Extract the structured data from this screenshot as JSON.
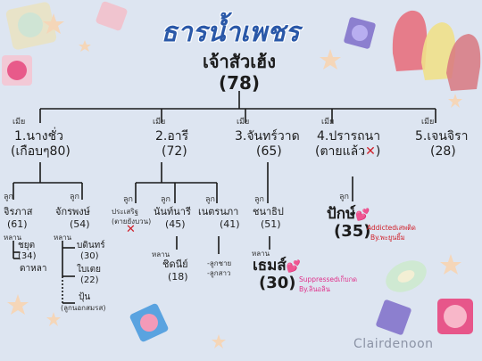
{
  "title": "ธารน้ำเพชร",
  "watermark": "Clairdenoon",
  "patriarch": {
    "name": "เจ้าสัวเฮ้ง",
    "age": "(78)"
  },
  "wife_label": "เมีย",
  "child_label": "ลูก",
  "grandchild_label": "หลาน",
  "wives": [
    {
      "name": "1.นางชั่ว",
      "age": "(เกือบๆ80)"
    },
    {
      "name": "2.อารี",
      "age": "(72)"
    },
    {
      "name": "3.จันทร์วาด",
      "age": "(65)"
    },
    {
      "name": "4.ปรารถนา",
      "age": "(ตายแล้ว"
    },
    {
      "name": "5.เจนจิรา",
      "age": "(28)"
    }
  ],
  "children": {
    "jirapas": {
      "name": "จิรภาส",
      "age": "(61)"
    },
    "jakkrapong": {
      "name": "จักรพงษ์",
      "age": "(54)"
    },
    "prasert": {
      "name": "ประเสริฐ",
      "age": "(ตายยังบวน)"
    },
    "nunthanat": {
      "name": "นันท์นารี",
      "age": "(45)"
    },
    "netranapa": {
      "name": "เนตรนภา",
      "age": "(41)"
    },
    "chanathip": {
      "name": "ชนาธิป",
      "age": "(51)"
    },
    "pak": {
      "name": "ปักษ์",
      "age": "(35)",
      "note": "Addictedเสพติด",
      "by": "By.พะยูนยิ้ม"
    }
  },
  "grandchildren": {
    "jirapas": [
      {
        "name": "ชยุต",
        "age": "(34)"
      },
      {
        "name": "ดาหลา",
        "age": ""
      }
    ],
    "jakkrapong": [
      {
        "name": "บดินทร์",
        "age": "(30)"
      },
      {
        "name": "ใบเตย",
        "age": "(22)"
      },
      {
        "name": "ปุ้น",
        "age": "(ลูกนอกสมรส)"
      }
    ],
    "nunthanat": [
      {
        "name": "ชิดนีย์",
        "age": "(18)"
      }
    ],
    "netranapa": [
      {
        "name": "-ลูกชาย"
      },
      {
        "name": "-ลูกสาว"
      }
    ],
    "chanathip": [
      {
        "name": "เธมส์",
        "age": "(30)",
        "note": "Suppressedเก็บกด",
        "by": "By.ลินอลิน"
      }
    ]
  },
  "colors": {
    "background": "#dde5f1",
    "title": "#2a58a8",
    "line": "#1a1a1a",
    "accent_pink": "#e0308a",
    "accent_red": "#d0202a"
  },
  "icons": [
    "heart-icon",
    "cross-mark-icon",
    "condom-decoration",
    "star-decoration"
  ]
}
